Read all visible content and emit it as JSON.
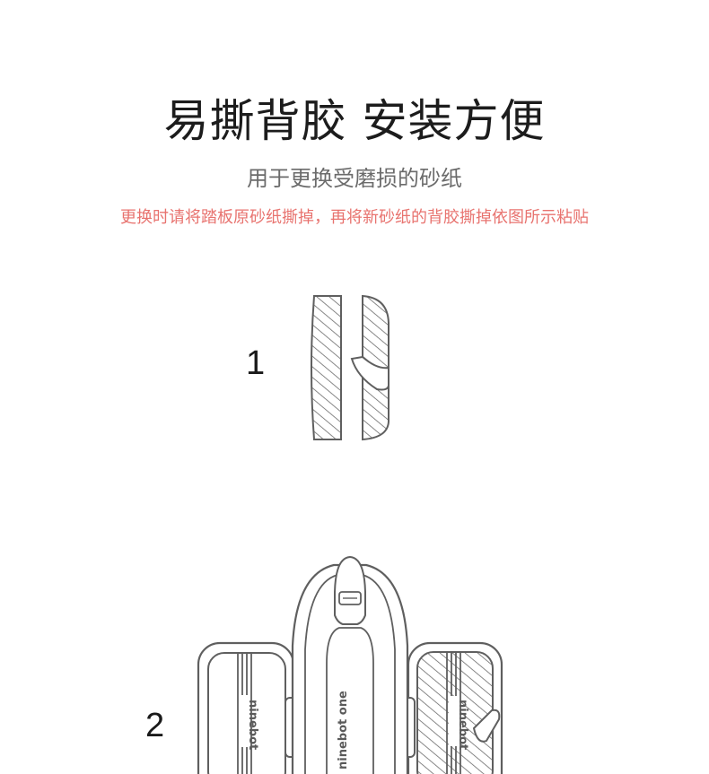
{
  "heading": {
    "title": "易撕背胶 安装方便",
    "subtitle": "用于更换受磨损的砂纸",
    "note": "更换时请将踏板原砂纸撕掉，再将新砂纸的背胶撕掉依图所示粘贴"
  },
  "steps": [
    {
      "number": "1"
    },
    {
      "number": "2"
    }
  ],
  "branding": {
    "left_pad": "ninebot",
    "center_body": "ninebot one",
    "right_pad": "ninebot"
  },
  "colors": {
    "outline": "#5f5f5f",
    "note_red": "#e8736f",
    "title": "#1c1c1c",
    "subtitle": "#6b6b6b"
  }
}
